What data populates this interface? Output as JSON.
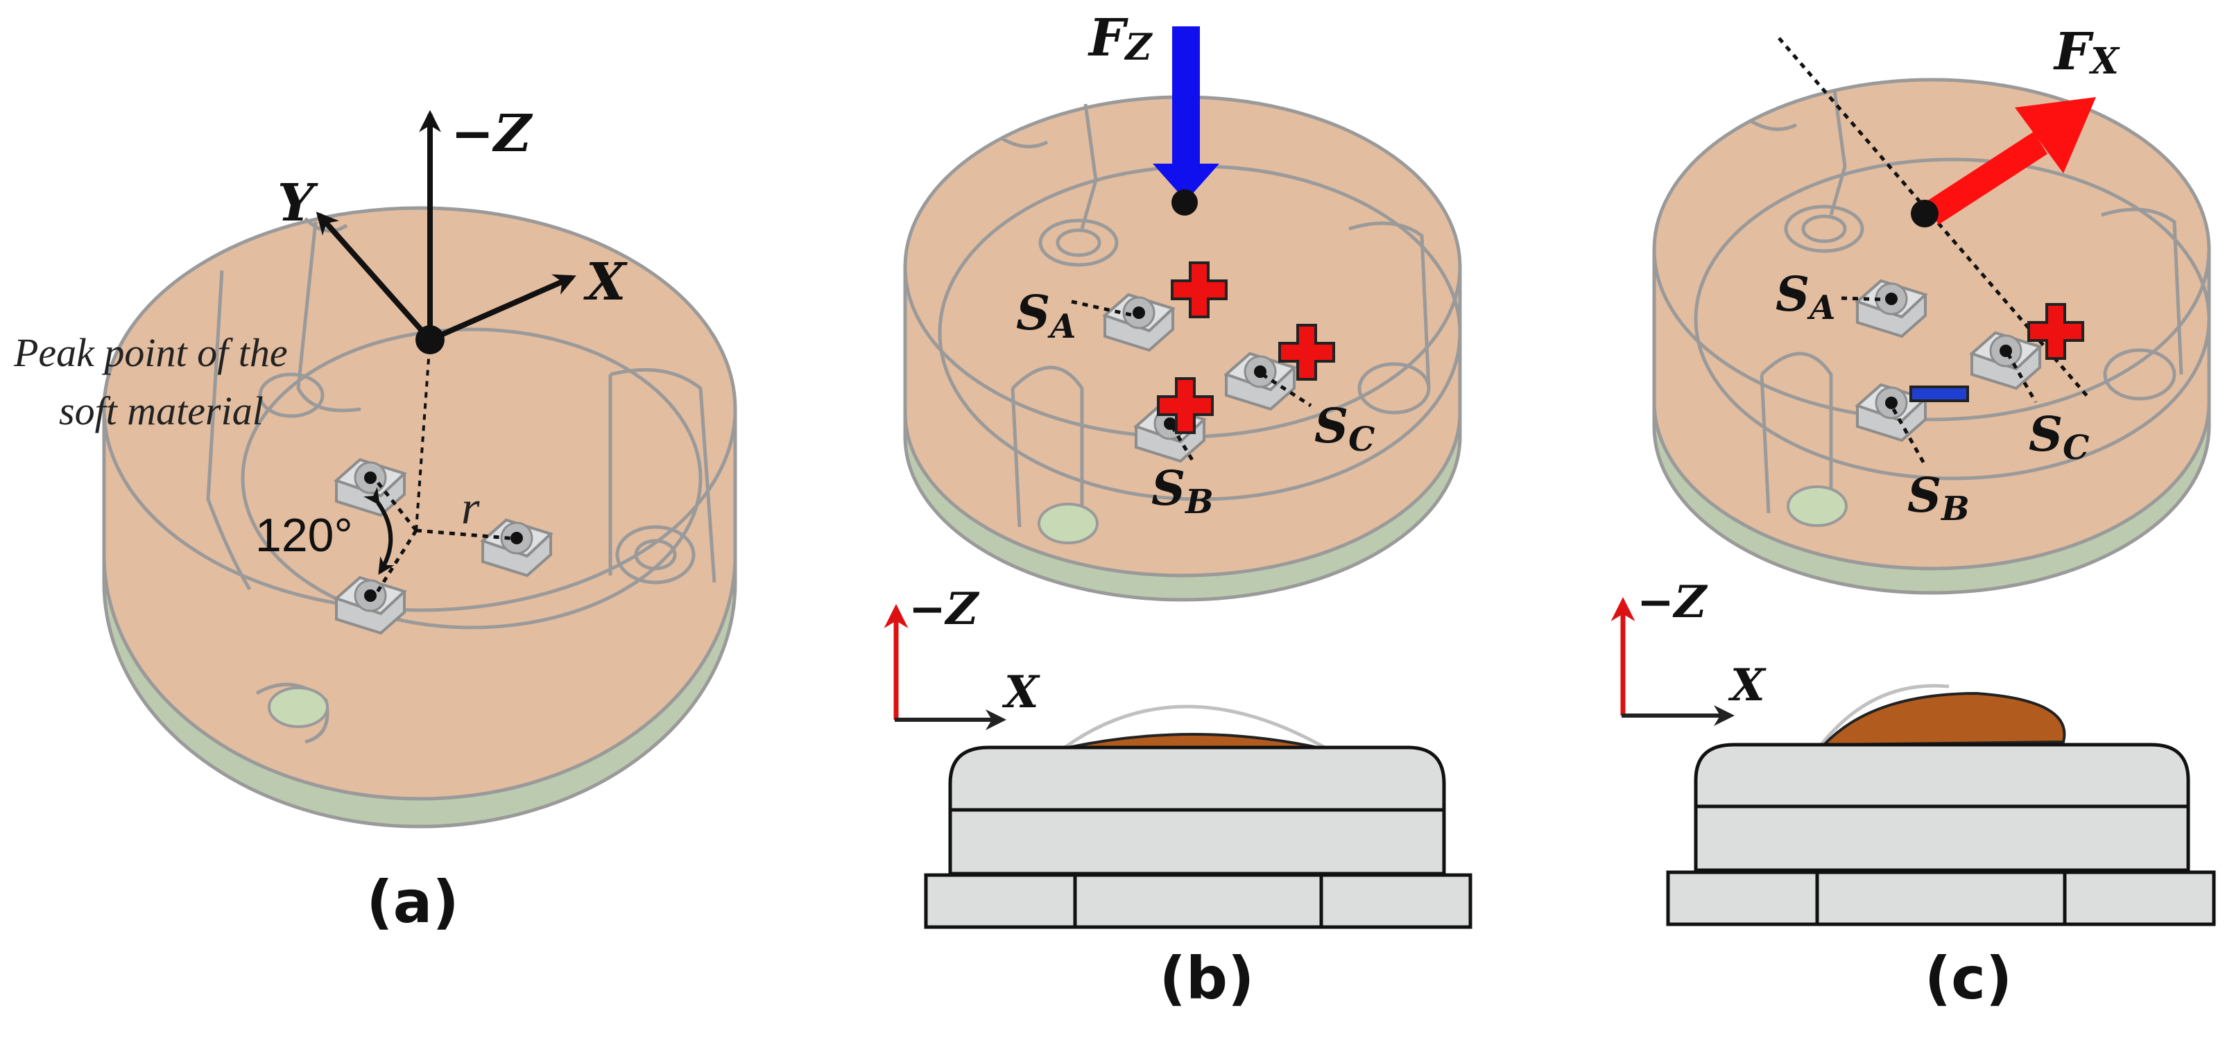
{
  "panels": {
    "a": {
      "caption": "(a)",
      "axis_z": "−Z",
      "axis_y": "Y",
      "axis_x": "X",
      "peak_label_line1": "Peak point of the",
      "peak_label_line2": "soft material",
      "angle_label": "120°",
      "radius_label": "r"
    },
    "b": {
      "caption": "(b)",
      "force_label": "F",
      "force_sub": "Z",
      "sensor_a": "S",
      "sensor_a_sub": "A",
      "sensor_b": "S",
      "sensor_b_sub": "B",
      "sensor_c": "S",
      "sensor_c_sub": "C",
      "axis_z": "−Z",
      "axis_x": "X"
    },
    "c": {
      "caption": "(c)",
      "force_label": "F",
      "force_sub": "X",
      "sensor_a": "S",
      "sensor_a_sub": "A",
      "sensor_b": "S",
      "sensor_b_sub": "B",
      "sensor_c": "S",
      "sensor_c_sub": "C",
      "axis_z": "−Z",
      "axis_x": "X"
    }
  },
  "signs": {
    "b": [
      "positive",
      "positive",
      "positive"
    ],
    "c": [
      "none",
      "negative",
      "positive"
    ]
  },
  "colors": {
    "body_top": "#e2bda0",
    "body_base": "#bccbaf",
    "force_z": "#1010ee",
    "force_x": "#ff1010",
    "plus_sign": "#ee1111",
    "minus_sign": "#1f3fd0",
    "soft_material": "#b15c1e",
    "sensor_block": "#dcdedd",
    "axis_red": "#dd1111"
  }
}
